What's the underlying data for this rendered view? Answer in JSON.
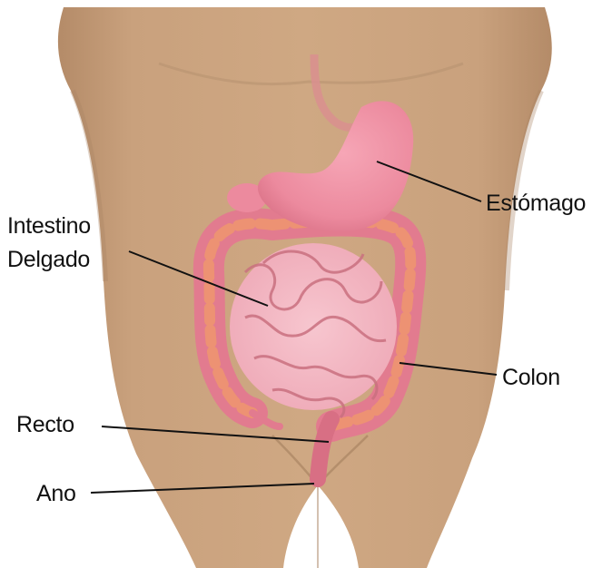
{
  "labels": {
    "stomach": "Estómago",
    "small_intestine_line1": "Intestino",
    "small_intestine_line2": "Delgado",
    "colon": "Colon",
    "rectum": "Recto",
    "anus": "Ano"
  },
  "colors": {
    "skin": "#c9a17d",
    "skin_shadow": "#a98463",
    "stomach": "#ec8a9e",
    "colon": "#e27b8f",
    "colon_inner": "#f09a6a",
    "small_intestine": "#f3b3c0",
    "small_intestine_line": "#c9707f",
    "leader_line": "#111111"
  }
}
